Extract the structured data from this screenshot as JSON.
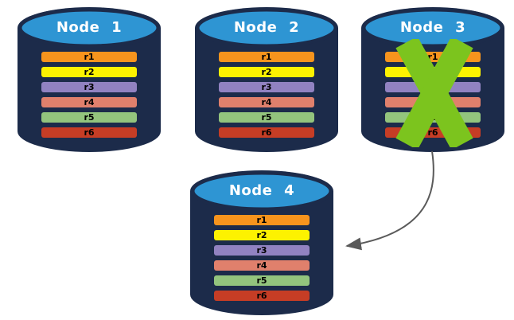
{
  "diagram": {
    "background": "#ffffff",
    "nodes": [
      {
        "id": "node-1",
        "label": "Node 1",
        "failed": false
      },
      {
        "id": "node-2",
        "label": "Node 2",
        "failed": false
      },
      {
        "id": "node-3",
        "label": "Node 3",
        "failed": true
      },
      {
        "id": "node-4",
        "label": "Node 4",
        "failed": false
      }
    ],
    "replicas": [
      {
        "label": "r1",
        "color": "#F7941D"
      },
      {
        "label": "r2",
        "color": "#FDF200"
      },
      {
        "label": "r3",
        "color": "#9182C1"
      },
      {
        "label": "r4",
        "color": "#E0806C"
      },
      {
        "label": "r5",
        "color": "#93C47D"
      },
      {
        "label": "r6",
        "color": "#C63D25"
      }
    ],
    "colors": {
      "cylinder_body": "#1C2B4A",
      "cylinder_top": "#2E95D3",
      "node_label": "#FFFFFF",
      "replica_label": "#000000",
      "failure_x": "#7CC41E",
      "arrow": "#5A5A5A"
    },
    "failure": {
      "failed_node": "Node 3",
      "mark": "x-icon"
    },
    "arrow": {
      "from": "Node 3",
      "to": "Node 4"
    }
  }
}
